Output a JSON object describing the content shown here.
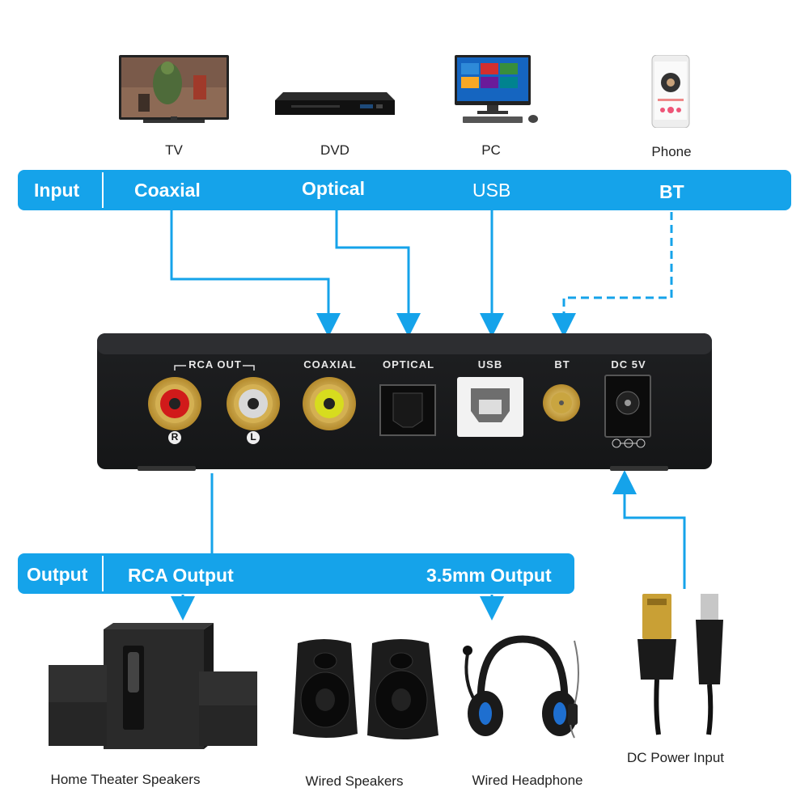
{
  "sources": {
    "tv": "TV",
    "dvd": "DVD",
    "pc": "PC",
    "phone": "Phone"
  },
  "input_bar": {
    "title": "Input",
    "items": [
      "Coaxial",
      "Optical",
      "USB",
      "BT"
    ]
  },
  "device_ports": {
    "rca_out": "RCA OUT",
    "coaxial": "COAXIAL",
    "optical": "OPTICAL",
    "usb": "USB",
    "bt": "BT",
    "dc": "DC 5V",
    "r": "R",
    "l": "L"
  },
  "output_bar": {
    "title": "Output",
    "items": [
      "RCA Output",
      "3.5mm Output"
    ]
  },
  "outputs": {
    "home_theater": "Home Theater Speakers",
    "wired_speakers": "Wired Speakers",
    "wired_headphone": "Wired Headphone",
    "dc_power": "DC Power Input"
  },
  "colors": {
    "accent": "#15a3ea",
    "device": "#1b1c1e"
  }
}
